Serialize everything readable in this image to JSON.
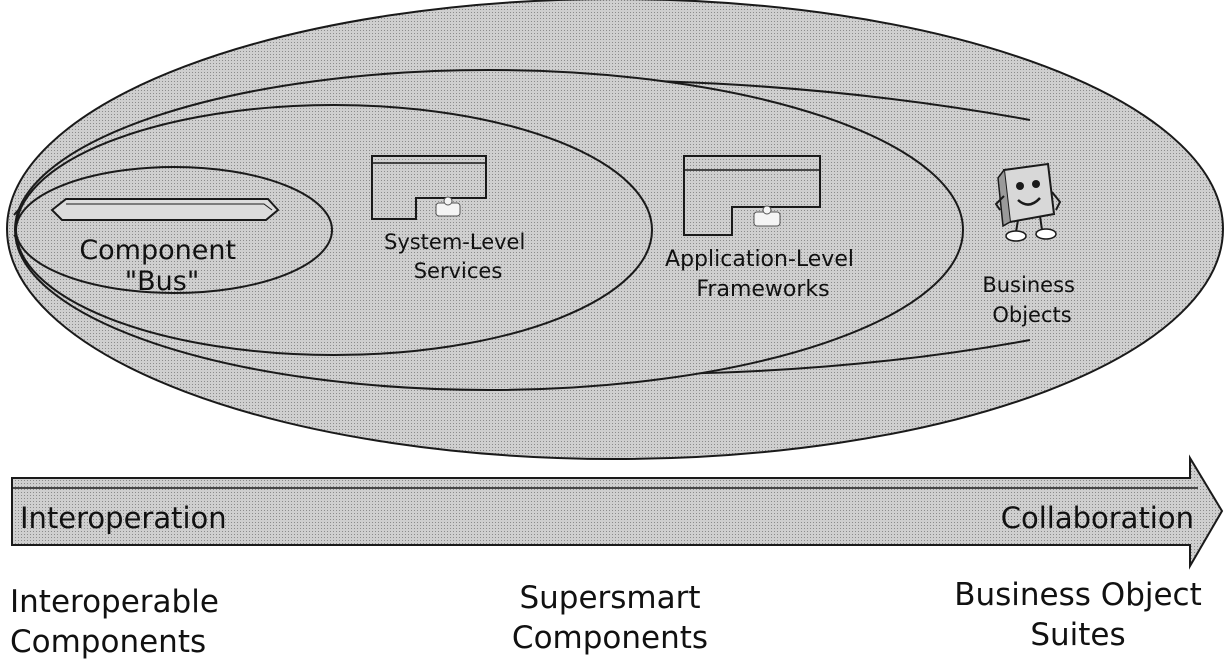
{
  "diagram": {
    "ellipses": [
      {
        "label": [
          "Component",
          "\"Bus\""
        ]
      },
      {
        "label": [
          "System-Level",
          "Services"
        ]
      },
      {
        "label": [
          "Application-Level",
          "Frameworks"
        ]
      },
      {
        "label": [
          "Business",
          "Objects"
        ]
      }
    ],
    "arrow": {
      "left_label": "Interoperation",
      "right_label": "Collaboration"
    },
    "bottom_labels": [
      {
        "lines": [
          "Interoperable",
          "Components"
        ]
      },
      {
        "lines": [
          "Supersmart",
          "Components"
        ]
      },
      {
        "lines": [
          "Business Object",
          "Suites"
        ]
      }
    ],
    "colors": {
      "shade": "#c9c9c9",
      "outline": "#1a1a1a",
      "background": "#ffffff"
    }
  }
}
